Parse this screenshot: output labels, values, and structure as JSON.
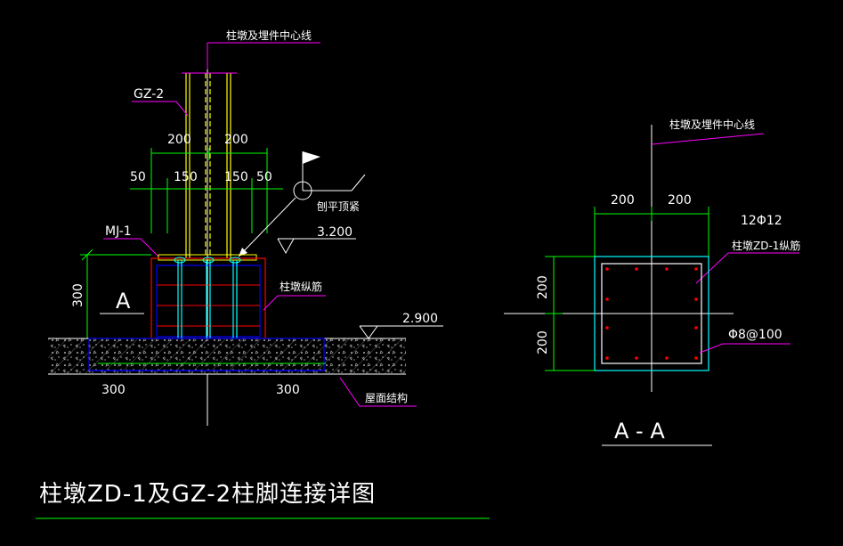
{
  "left": {
    "centerline_label": "柱墩及埋件中心线",
    "gz_label": "GZ-2",
    "mj_label": "MJ-1",
    "dims_top": [
      "200",
      "200"
    ],
    "dims_mid": [
      "50",
      "150",
      "150",
      "50"
    ],
    "dim_left_vertical": "300",
    "section_mark": "A",
    "planing_label": "刨平顶紧",
    "elev_top": "3.200",
    "elev_bottom": "2.900",
    "rebar_label": "柱墩纵筋",
    "roof_label": "屋面结构",
    "dims_bottom": [
      "300",
      "300"
    ]
  },
  "right": {
    "centerline_label": "柱墩及埋件中心线",
    "dims_top": [
      "200",
      "200"
    ],
    "rebar_count_label": "12Φ12",
    "rebar_label": "柱墩ZD-1纵筋",
    "stirrup_label": "Φ8@100",
    "dims_left": [
      "200",
      "200"
    ],
    "section_title": "A - A"
  },
  "title": "柱墩ZD-1及GZ-2柱脚连接详图",
  "colors": {
    "background": "#000000",
    "dimension": "#00ff00",
    "leader": "#ff00ff",
    "concrete": "#ff0000",
    "steel": "#ffff00",
    "outline": "#00ffff",
    "rebar": "#0000ff",
    "text": "#ffffff"
  }
}
